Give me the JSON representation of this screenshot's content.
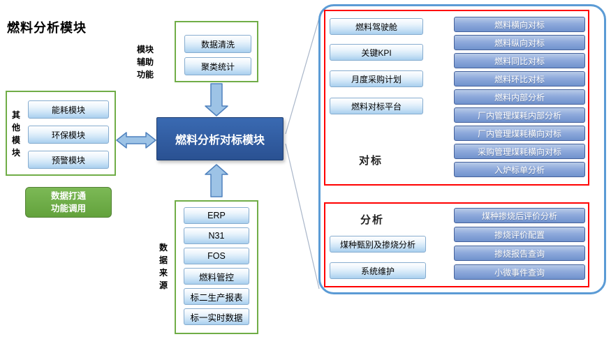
{
  "title": "燃料分析模块",
  "colors": {
    "green_border": "#70AD47",
    "red_border": "#FF0000",
    "panel_blue": "#5B9BD5",
    "center_blue": "#2A5192",
    "button_blue": "#8FAADC"
  },
  "other_modules": {
    "label": "其他模块",
    "items": [
      "能耗模块",
      "环保模块",
      "预警模块"
    ]
  },
  "data_link_box": {
    "line1": "数据打通",
    "line2": "功能调用"
  },
  "aux_functions": {
    "label": "模块辅助功能",
    "items": [
      "数据清洗",
      "聚类统计"
    ]
  },
  "center_module": {
    "label": "燃料分析对标模块"
  },
  "data_sources": {
    "label": "数据来源",
    "items": [
      "ERP",
      "N31",
      "FOS",
      "燃料管控",
      "标二生产报表",
      "标一实时数据"
    ]
  },
  "benchmark_section": {
    "label": "对标",
    "entries": [
      "燃料驾驶舱",
      "关键KPI",
      "月度采购计划",
      "燃料对标平台"
    ],
    "functions": [
      "燃料横向对标",
      "燃料纵向对标",
      "燃料同比对标",
      "燃料环比对标",
      "燃料内部分析",
      "厂内管理煤耗内部分析",
      "厂内管理煤耗横向对标",
      "采购管理煤耗横向对标",
      "入炉标单分析"
    ]
  },
  "analysis_section": {
    "label": "分析",
    "entries": [
      "煤种甄别及掺烧分析",
      "系统维护"
    ],
    "functions": [
      "煤种掺烧后评价分析",
      "掺烧评价配置",
      "掺烧报告查询",
      "小微事件查询"
    ]
  }
}
